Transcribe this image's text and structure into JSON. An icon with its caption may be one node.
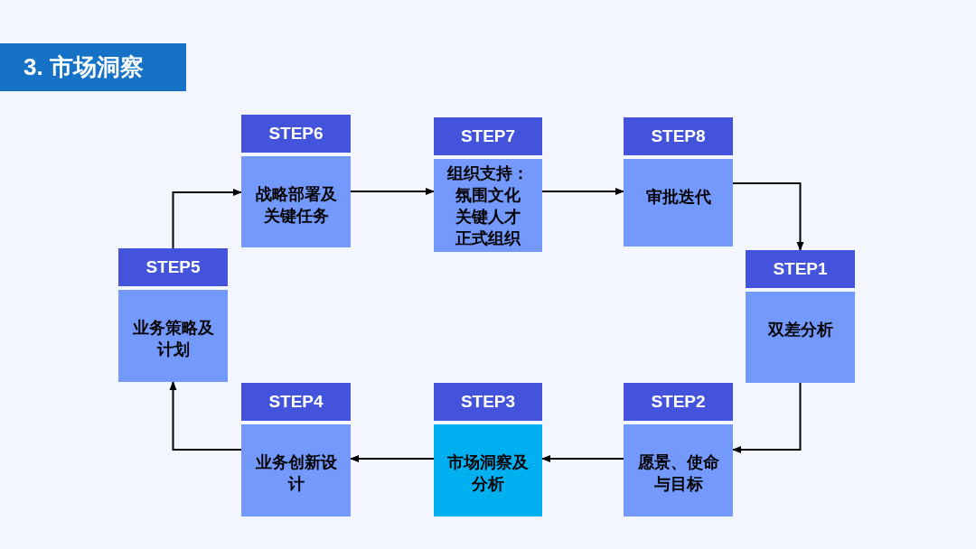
{
  "diagram": {
    "title": "3. 市场洞察",
    "nodes": [
      {
        "text": [
          "STEP6",
          "战略部署及关键任务"
        ]
      },
      {
        "text": [
          "STEP7",
          "组织支持：",
          "氛围文化",
          "关键人才",
          "正式组织"
        ]
      },
      {
        "text": [
          "STEP8",
          "审批迭代"
        ]
      },
      {
        "text": [
          "STEP5",
          "业务策略及计划"
        ]
      },
      {
        "text": [
          "STEP1",
          "双差分析"
        ]
      },
      {
        "text": [
          "STEP4",
          "业务创新设计"
        ]
      },
      {
        "text": [
          "STEP3",
          "市场洞察及分析"
        ]
      },
      {
        "text": [
          "STEP2",
          "愿景、使命与目标"
        ]
      }
    ],
    "edges": [
      {
        "from": 3,
        "to": 0,
        "arrow": "to"
      },
      {
        "from": 0,
        "to": 1,
        "arrow": "to"
      },
      {
        "from": 1,
        "to": 2,
        "arrow": "to"
      },
      {
        "from": 2,
        "to": 4,
        "arrow": "to"
      },
      {
        "from": 4,
        "to": 7,
        "arrow": "to"
      },
      {
        "from": 7,
        "to": 6,
        "arrow": "to"
      },
      {
        "from": 6,
        "to": 5,
        "arrow": "to"
      },
      {
        "from": 5,
        "to": 3,
        "arrow": "to"
      }
    ]
  }
}
